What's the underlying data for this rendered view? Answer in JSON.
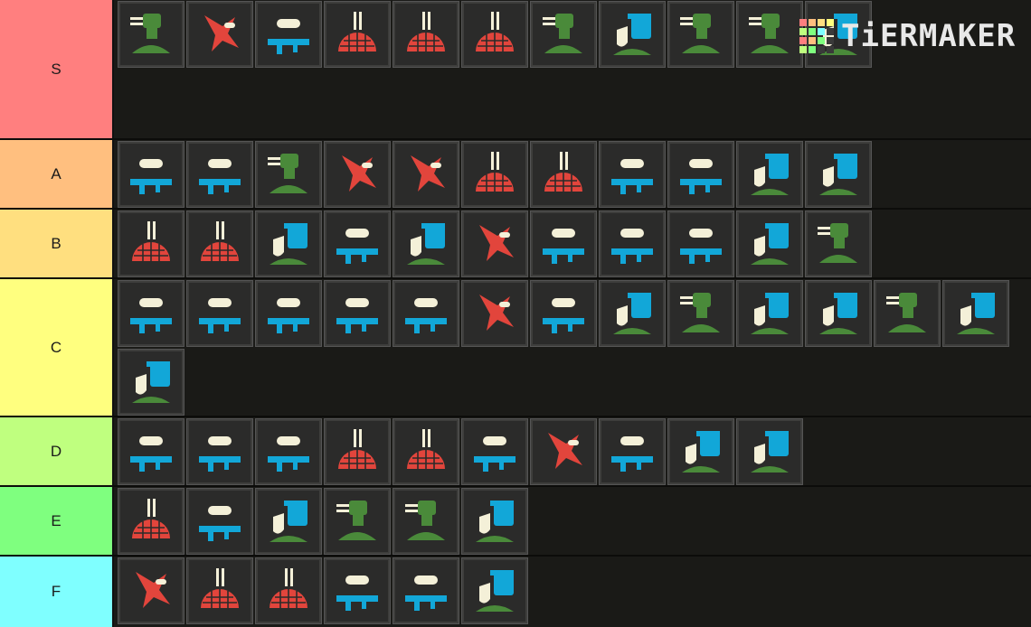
{
  "brand": {
    "logo_text": "TiERMAKER",
    "logo_colors": [
      "#ff7f7f",
      "#ffbf7f",
      "#ffdf7f",
      "#ffff7f",
      "#bfff7f",
      "#7fff7f",
      "#7fffff",
      "#3a3a3a",
      "#ff7f7f",
      "#ffbf7f",
      "#7fff7f",
      "#3a3a3a",
      "#bfff7f",
      "#7fff7f",
      "#3a3a3a",
      "#3a3a3a"
    ]
  },
  "colors": {
    "red": "#e2453c",
    "green": "#4a8a3a",
    "blue": "#12a7d8",
    "cream": "#f4f0d8",
    "tile_bg": "#2b2b2a"
  },
  "tiers": [
    {
      "label": "S",
      "color": "#ff7f7f",
      "items": [
        {
          "icon": "sentry-gatling-icon"
        },
        {
          "icon": "eagle-airstrike-icon"
        },
        {
          "icon": "recoilless-rifle-icon"
        },
        {
          "icon": "orbital-380mm-icon"
        },
        {
          "icon": "orbital-120mm-icon"
        },
        {
          "icon": "orbital-napalm-icon"
        },
        {
          "icon": "autocannon-sentry-icon"
        },
        {
          "icon": "supply-pack-icon"
        },
        {
          "icon": "rocket-sentry-icon"
        },
        {
          "icon": "mortar-sentry-icon"
        },
        {
          "icon": "shield-backpack-icon"
        }
      ]
    },
    {
      "label": "A",
      "color": "#ffbf7f",
      "items": [
        {
          "icon": "grenade-launcher-icon"
        },
        {
          "icon": "exosuit-icon"
        },
        {
          "icon": "machine-gun-sentry-icon"
        },
        {
          "icon": "eagle-cluster-icon"
        },
        {
          "icon": "eagle-rocket-pods-icon"
        },
        {
          "icon": "orbital-walking-barrage-icon"
        },
        {
          "icon": "orbital-laser-icon"
        },
        {
          "icon": "spear-icon"
        },
        {
          "icon": "laser-cannon-icon"
        },
        {
          "icon": "jump-pack-icon"
        },
        {
          "icon": "guard-dog-gas-icon"
        }
      ]
    },
    {
      "label": "B",
      "color": "#ffdf7f",
      "items": [
        {
          "icon": "orbital-precision-icon"
        },
        {
          "icon": "orbital-gas-icon"
        },
        {
          "icon": "shield-relay-icon"
        },
        {
          "icon": "heavy-machine-gun-icon"
        },
        {
          "icon": "ballistic-shield-icon"
        },
        {
          "icon": "eagle-110mm-icon"
        },
        {
          "icon": "railgun-icon"
        },
        {
          "icon": "quasar-cannon-icon"
        },
        {
          "icon": "commando-icon"
        },
        {
          "icon": "fast-recon-vehicle-icon"
        },
        {
          "icon": "hmg-emplacement-icon"
        }
      ]
    },
    {
      "label": "C",
      "color": "#ffff7f",
      "items": [
        {
          "icon": "ems-mortar-icon"
        },
        {
          "icon": "stalwart-icon"
        },
        {
          "icon": "scythe-icon"
        },
        {
          "icon": "anti-materiel-rifle-icon"
        },
        {
          "icon": "expendable-at-icon"
        },
        {
          "icon": "eagle-strafing-icon"
        },
        {
          "icon": "flamethrower-icon"
        },
        {
          "icon": "guard-dog-icon"
        },
        {
          "icon": "tesla-tower-icon"
        },
        {
          "icon": "guard-dog-rover-icon"
        },
        {
          "icon": "directional-shield-icon"
        },
        {
          "icon": "ems-sentry-icon"
        },
        {
          "icon": "incendiary-mines-icon"
        },
        {
          "icon": "anti-personnel-mines-icon"
        }
      ]
    },
    {
      "label": "D",
      "color": "#bfff7f",
      "items": [
        {
          "icon": "airburst-launcher-icon"
        },
        {
          "icon": "autocannon-icon"
        },
        {
          "icon": "patriot-exosuit-icon"
        },
        {
          "icon": "orbital-airburst-icon"
        },
        {
          "icon": "orbital-railcannon-icon"
        },
        {
          "icon": "machine-gun-icon"
        },
        {
          "icon": "eagle-500kg-icon"
        },
        {
          "icon": "arc-thrower-icon"
        },
        {
          "icon": "ballistic-backpack-icon"
        },
        {
          "icon": "hover-pack-icon"
        }
      ]
    },
    {
      "label": "E",
      "color": "#7fff7f",
      "items": [
        {
          "icon": "orbital-smoke-icon"
        },
        {
          "icon": "sterilizer-icon"
        },
        {
          "icon": "arc-shield-icon"
        },
        {
          "icon": "flame-sentry-icon"
        },
        {
          "icon": "anti-tank-sentry-icon"
        },
        {
          "icon": "shield-generator-icon"
        }
      ]
    },
    {
      "label": "F",
      "color": "#7fffff",
      "items": [
        {
          "icon": "eagle-smoke-icon"
        },
        {
          "icon": "orbital-ems-icon"
        },
        {
          "icon": "orbital-emp-strike-icon"
        },
        {
          "icon": "gas-rifle-icon"
        },
        {
          "icon": "cross-swords-icon"
        },
        {
          "icon": "arc-backpack-icon"
        }
      ]
    }
  ]
}
